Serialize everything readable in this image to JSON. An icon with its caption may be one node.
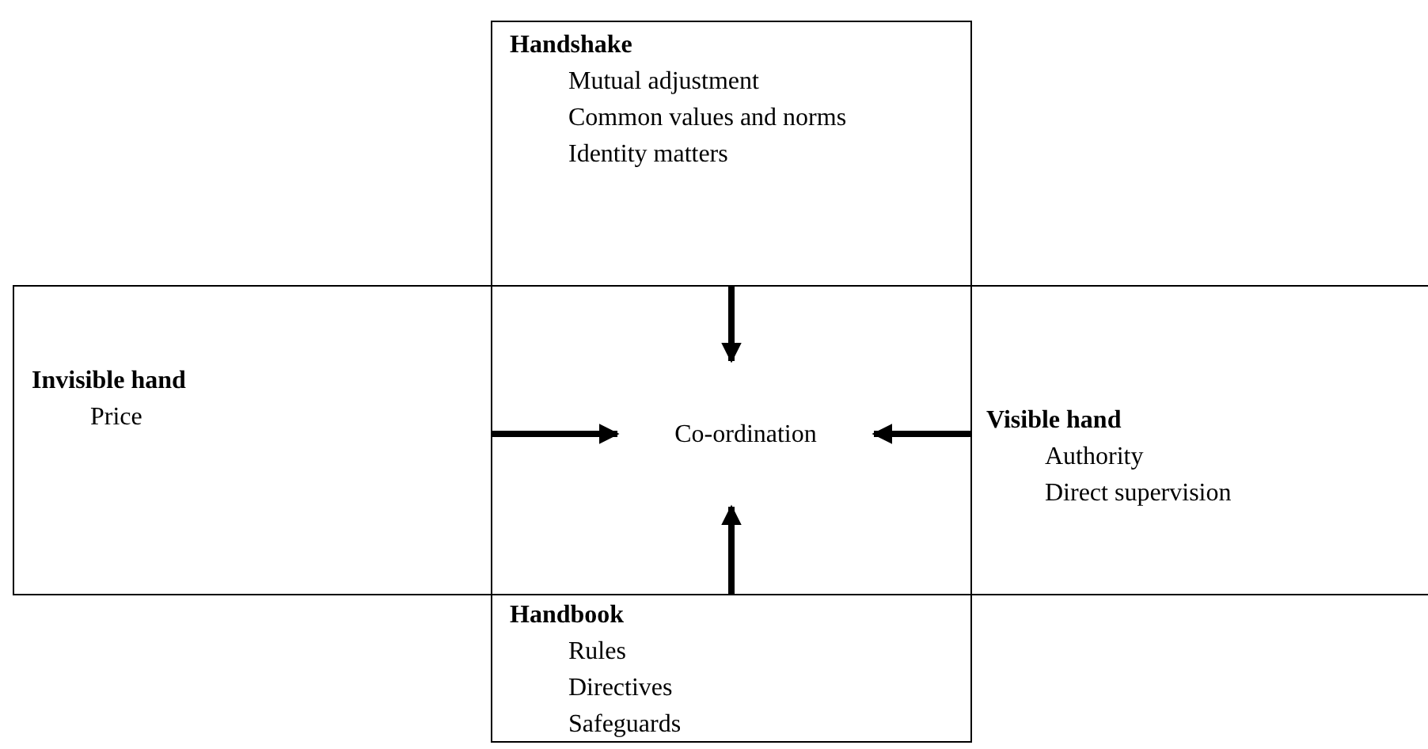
{
  "diagram": {
    "nodes": [
      {
        "text": [
          "Handshake",
          "Mutual adjustment",
          "Common values and norms",
          "Identity matters"
        ]
      },
      {
        "text": [
          "Invisible hand",
          "Price"
        ]
      },
      {
        "text": [
          "Co-ordination"
        ]
      },
      {
        "text": [
          "Visible hand",
          "Authority",
          "Direct supervision"
        ]
      },
      {
        "text": [
          "Handbook",
          "Rules",
          "Directives",
          "Safeguards"
        ]
      }
    ],
    "edges": [
      {
        "from": 0,
        "to": 2,
        "arrow": "to"
      },
      {
        "from": 1,
        "to": 2,
        "arrow": "to"
      },
      {
        "from": 3,
        "to": 2,
        "arrow": "to"
      },
      {
        "from": 4,
        "to": 2,
        "arrow": "to"
      }
    ]
  }
}
